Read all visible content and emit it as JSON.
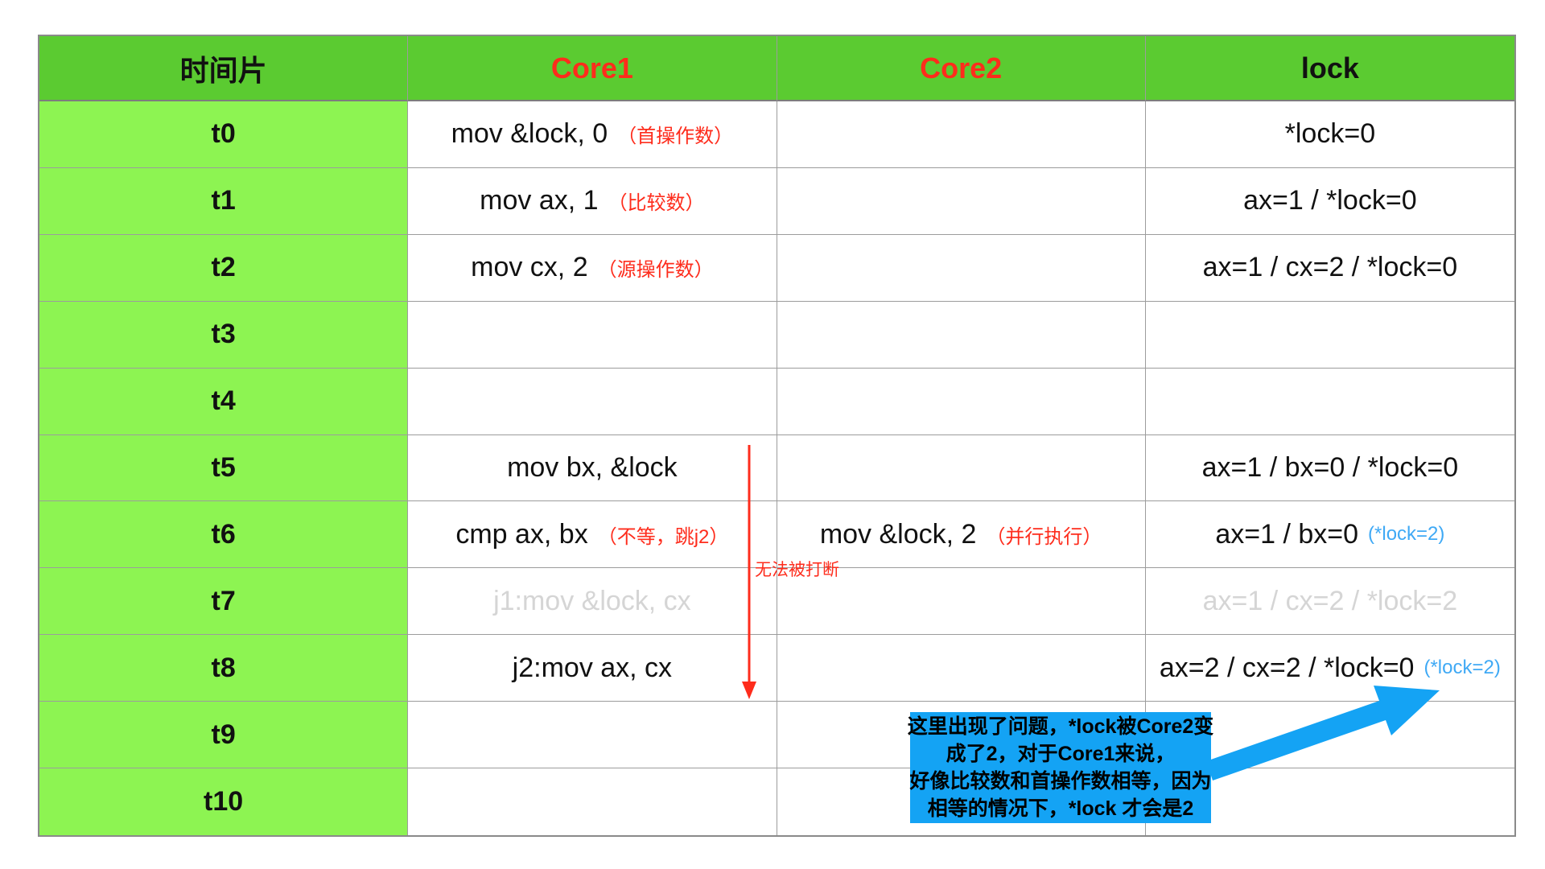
{
  "colors": {
    "header_green": "#5bcb31",
    "row_green": "#8df452",
    "annotation_red": "#fe2c1c",
    "callout_blue": "#14a3f4",
    "lock_note_blue": "#3fa9f5",
    "dimmed_gray": "#d5d5d5",
    "grid_line": "#9c9c9c"
  },
  "table": {
    "headers": {
      "timeslice": "时间片",
      "core1": "Core1",
      "core2": "Core2",
      "lock": "lock"
    },
    "rows": [
      {
        "t": "t0",
        "core1": "mov &lock, 0",
        "core1_note": "（首操作数）",
        "core2": "",
        "core2_note": "",
        "lock": "*lock=0",
        "lock_note": ""
      },
      {
        "t": "t1",
        "core1": "mov ax, 1",
        "core1_note": "（比较数）",
        "core2": "",
        "core2_note": "",
        "lock": "ax=1 / *lock=0",
        "lock_note": ""
      },
      {
        "t": "t2",
        "core1": "mov cx, 2",
        "core1_note": "（源操作数）",
        "core2": "",
        "core2_note": "",
        "lock": "ax=1 / cx=2 / *lock=0",
        "lock_note": ""
      },
      {
        "t": "t3",
        "core1": "",
        "core1_note": "",
        "core2": "",
        "core2_note": "",
        "lock": "",
        "lock_note": ""
      },
      {
        "t": "t4",
        "core1": "",
        "core1_note": "",
        "core2": "",
        "core2_note": "",
        "lock": "",
        "lock_note": ""
      },
      {
        "t": "t5",
        "core1": "mov bx, &lock",
        "core1_note": "",
        "core2": "",
        "core2_note": "",
        "lock": "ax=1 / bx=0 / *lock=0",
        "lock_note": ""
      },
      {
        "t": "t6",
        "core1": "cmp ax, bx",
        "core1_note": "（不等，跳j2）",
        "core2": "mov &lock, 2",
        "core2_note": "（并行执行）",
        "lock": "ax=1 / bx=0",
        "lock_note": "(*lock=2)"
      },
      {
        "t": "t7",
        "core1": "j1:mov &lock, cx",
        "core1_note": "",
        "core2": "",
        "core2_note": "",
        "lock": "ax=1 / cx=2 / *lock=2",
        "lock_note": ""
      },
      {
        "t": "t8",
        "core1": "j2:mov ax, cx",
        "core1_note": "",
        "core2": "",
        "core2_note": "",
        "lock": "ax=2 / cx=2 / *lock=0",
        "lock_note": "(*lock=2)"
      },
      {
        "t": "t9",
        "core1": "",
        "core1_note": "",
        "core2": "",
        "core2_note": "",
        "lock": "",
        "lock_note": ""
      },
      {
        "t": "t10",
        "core1": "",
        "core1_note": "",
        "core2": "",
        "core2_note": "",
        "lock": "",
        "lock_note": ""
      }
    ]
  },
  "annotations": {
    "uninterruptible_label": "无法被打断",
    "callout": {
      "line1": "这里出现了问题，*lock被Core2变",
      "line2": "成了2，对于Core1来说，",
      "line3": "好像比较数和首操作数相等，因为",
      "line4": "相等的情况下，*lock 才会是2"
    }
  }
}
